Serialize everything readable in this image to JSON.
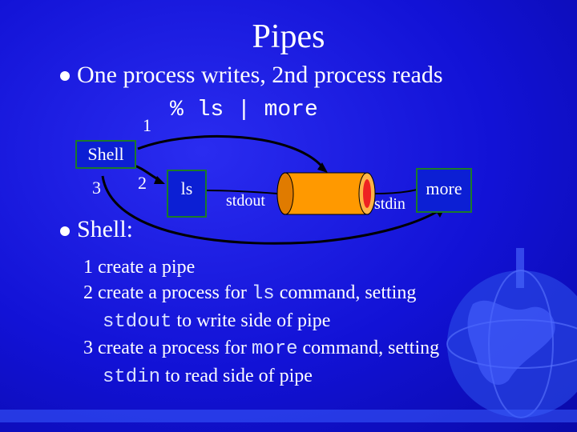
{
  "slide": {
    "title": "Pipes",
    "bullet1": "One process writes, 2nd process reads",
    "command": "% ls | more",
    "bullet2": "Shell:"
  },
  "diagram": {
    "label_1": "1",
    "label_2": "2",
    "label_3": "3",
    "shell": "Shell",
    "ls": "ls",
    "more": "more",
    "stdout": "stdout",
    "stdin": "stdin"
  },
  "steps": [
    {
      "num": "1",
      "text": "create a pipe"
    },
    {
      "num": "2",
      "text_before": "create a process for ",
      "code": "ls",
      "text_after": " command, setting",
      "line2_code": "stdout",
      "line2_text": " to write side of pipe"
    },
    {
      "num": "3",
      "text_before": "create a process for ",
      "code": "more",
      "text_after": " command, setting",
      "line2_code": "stdin",
      "line2_text": " to read side of pipe"
    }
  ],
  "colors": {
    "background": "#1212d6",
    "pipe": "#ff9900",
    "box_border": "#1b7a2a",
    "bottom_bar": "#3a5cff"
  }
}
